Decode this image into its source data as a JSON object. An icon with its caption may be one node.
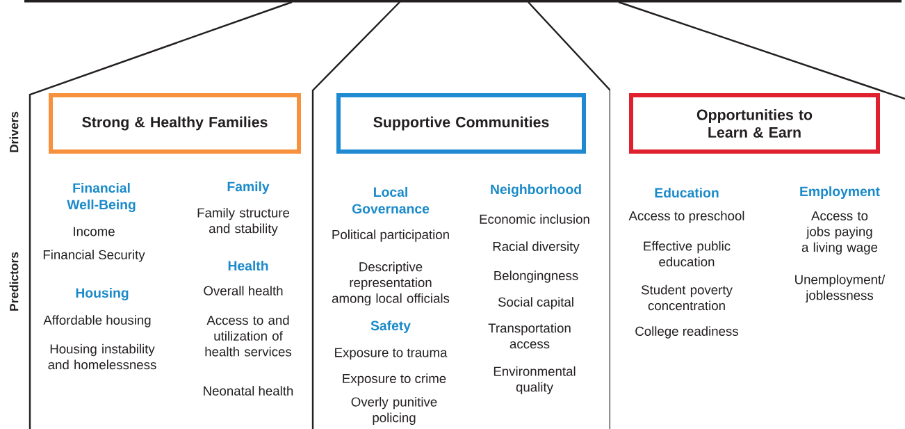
{
  "diagram": {
    "nodes": [
      {
        "text": [],
        "shape": "pentagon"
      },
      {
        "text": [],
        "shape": "pentagon"
      },
      {
        "text": [],
        "shape": "pentagon"
      },
      {
        "text": [
          "Strong & Healthy Families"
        ],
        "in": 0
      },
      {
        "text": [
          "Supportive Communities"
        ],
        "in": 1
      },
      {
        "text": [
          "Opportunities to Learn & Earn"
        ],
        "in": 2
      }
    ],
    "labels": [
      "Drivers",
      "Predictors",
      "Financial Well-Being",
      "Income",
      "Financial Security",
      "Housing",
      "Affordable housing",
      "Housing instability and homelessness",
      "Family",
      "Family structure and stability",
      "Health",
      "Overall health",
      "Access to and utilization of health services",
      "Neonatal health",
      "Local Governance",
      "Political participation",
      "Descriptive representation among local officials",
      "Safety",
      "Exposure to trauma",
      "Exposure to crime",
      "Overly punitive policing",
      "Neighborhood",
      "Economic inclusion",
      "Racial diversity",
      "Belongingness",
      "Social capital",
      "Transportation access",
      "Environmental quality",
      "Education",
      "Access to preschool",
      "Effective public education",
      "Student poverty concentration",
      "College readiness",
      "Employment",
      "Access to jobs paying a living wage",
      "Unemployment/ joblessness"
    ]
  }
}
